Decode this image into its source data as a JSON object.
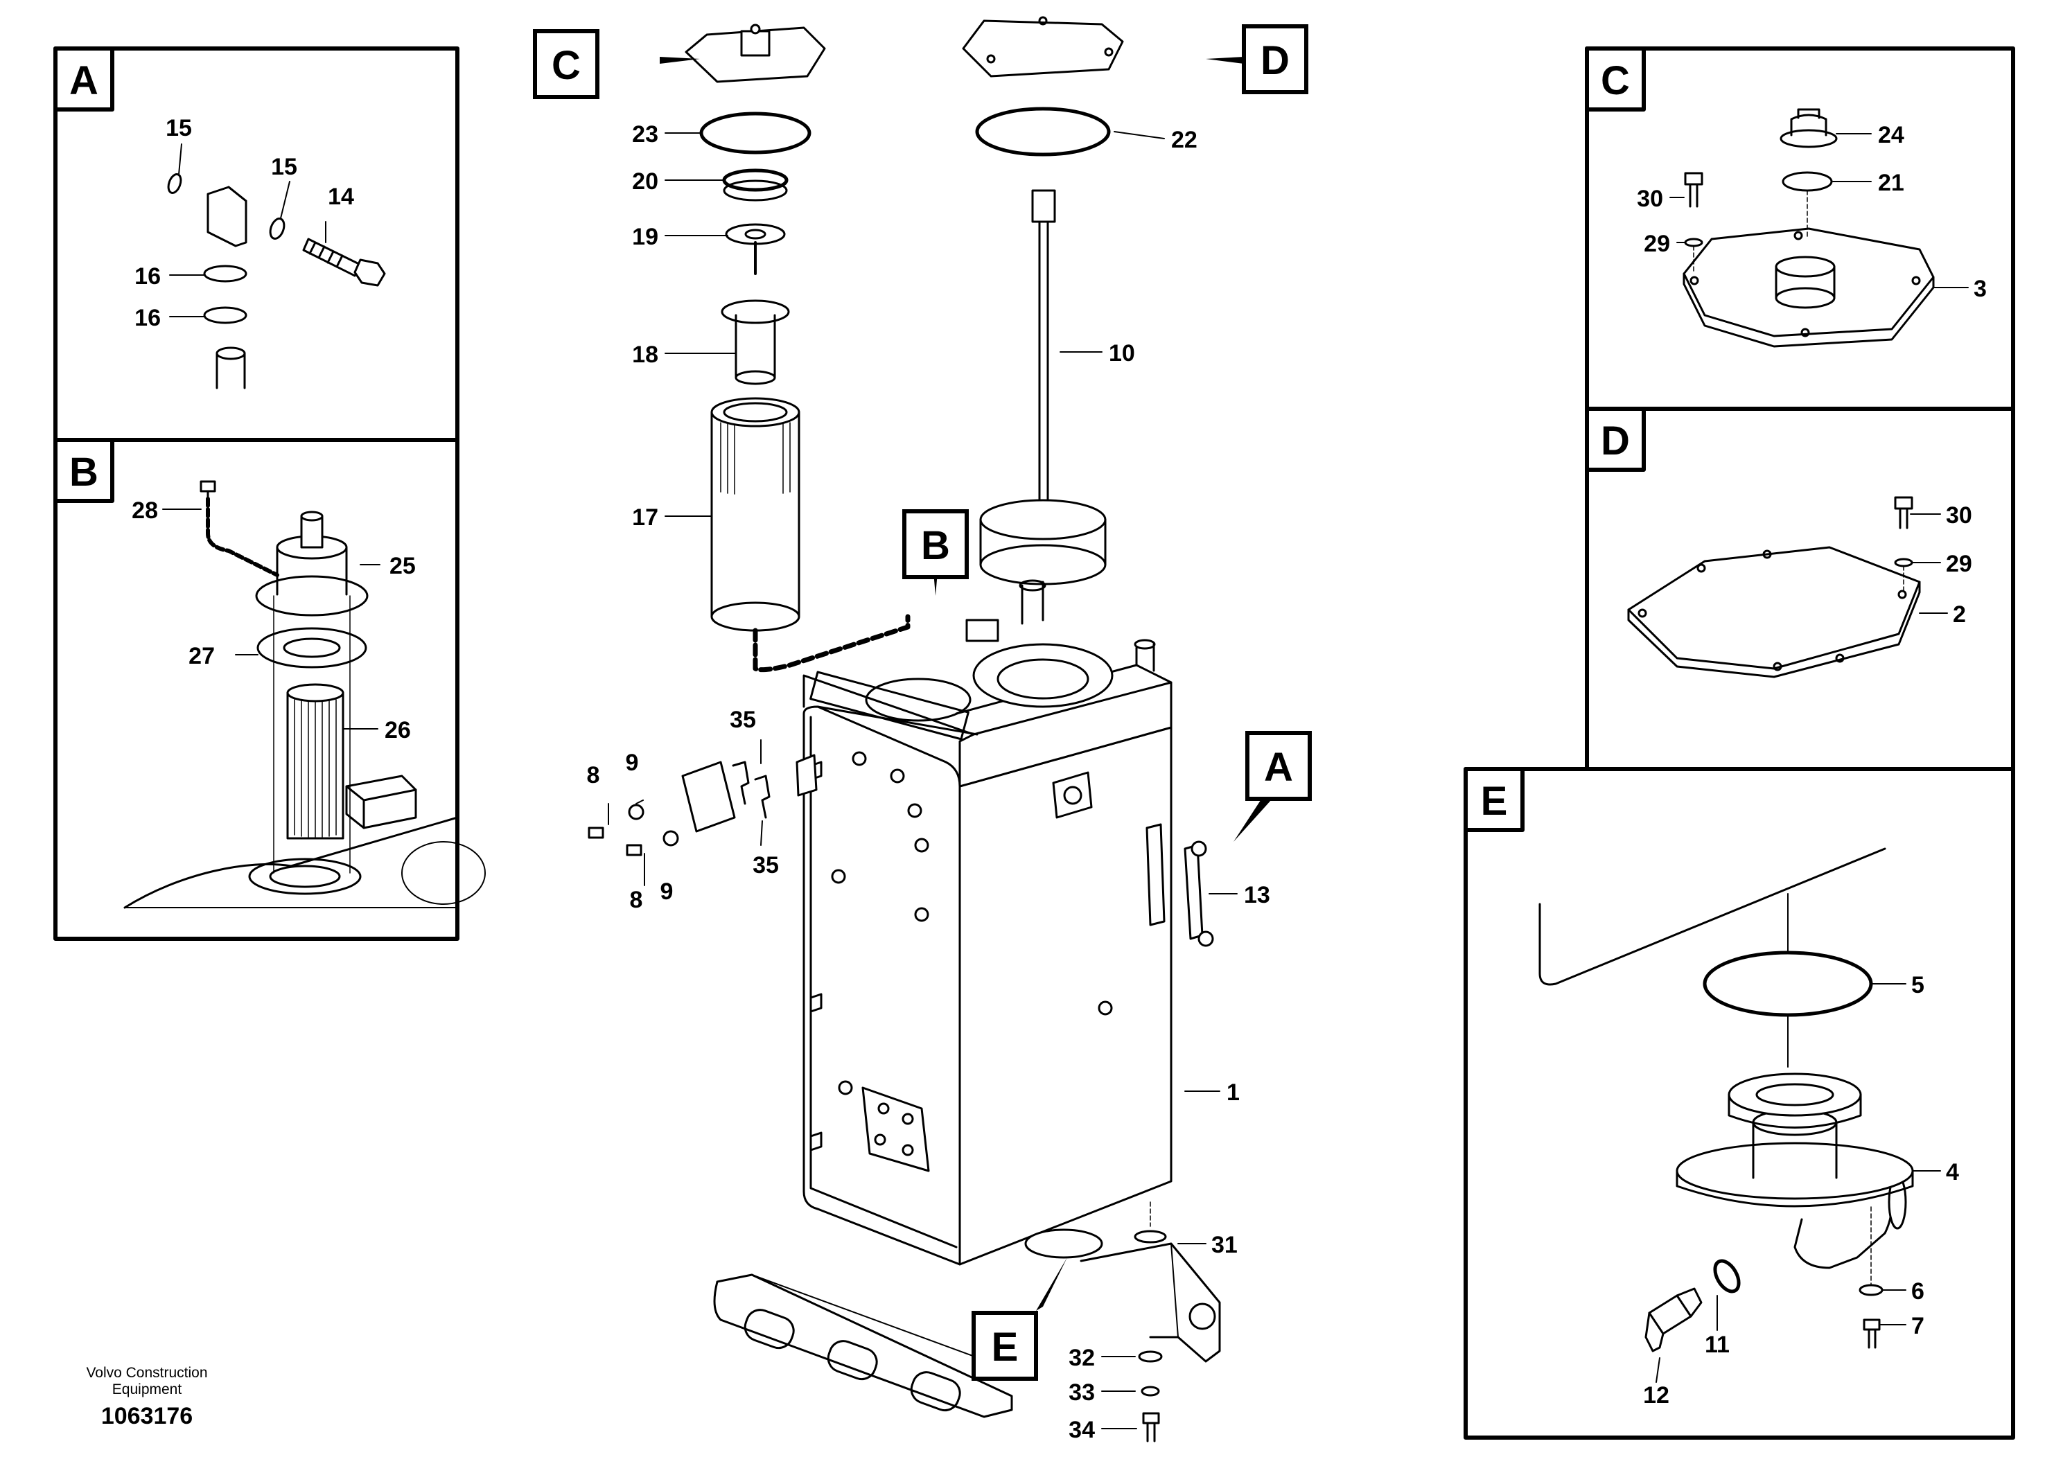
{
  "diagram": {
    "detail_letters": {
      "a": "A",
      "b": "B",
      "c": "C",
      "d": "D",
      "e": "E"
    },
    "part_numbers": {
      "p1": "1",
      "p2": "2",
      "p3": "3",
      "p4": "4",
      "p5": "5",
      "p6": "6",
      "p7": "7",
      "p8": "8",
      "p9": "9",
      "p10": "10",
      "p11": "11",
      "p12": "12",
      "p13": "13",
      "p14": "14",
      "p15": "15",
      "p16": "16",
      "p17": "17",
      "p18": "18",
      "p19": "19",
      "p20": "20",
      "p21": "21",
      "p22": "22",
      "p23": "23",
      "p24": "24",
      "p25": "25",
      "p26": "26",
      "p27": "27",
      "p28": "28",
      "p29": "29",
      "p30": "30",
      "p31": "31",
      "p32": "32",
      "p33": "33",
      "p34": "34",
      "p35": "35"
    },
    "footer": {
      "maker_line1": "Volvo Construction",
      "maker_line2": "Equipment",
      "drawing_number": "1063176"
    }
  }
}
